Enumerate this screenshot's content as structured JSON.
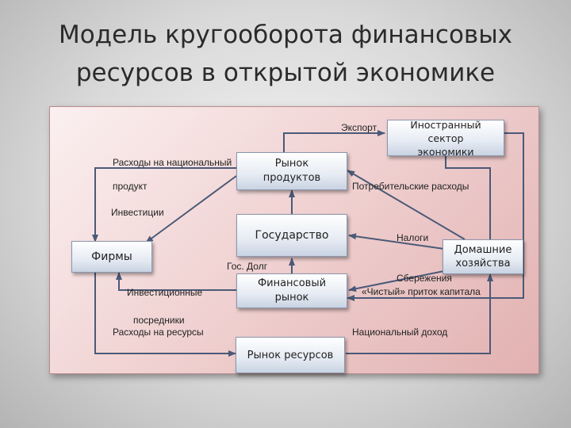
{
  "title": {
    "line1": "Модель кругооборота финансовых",
    "line2": "ресурсов в открытой экономике"
  },
  "nodes": {
    "foreign": "Иностранный сектор экономики",
    "product_market": "Рынок продуктов",
    "government": "Государство",
    "firms": "Фирмы",
    "households": "Домашние хозяйства",
    "financial_market": "Финансовый рынок",
    "resource_market": "Рынок ресурсов"
  },
  "labels": {
    "export": "Экспорт",
    "national_spending_1": "Расходы на национальный",
    "national_spending_2": "продукт",
    "consumer_spending": "Потребительские расходы",
    "investments": "Инвестиции",
    "taxes": "Налоги",
    "public_debt": "Гос. Долг",
    "savings": "Сбережения",
    "net_capital_inflow": "«Чистый» приток капитала",
    "investment_intermediaries_1": "Инвестиционные",
    "investment_intermediaries_2": "посредники",
    "resource_spending": "Расходы на ресурсы",
    "national_income": "Национальный доход"
  }
}
